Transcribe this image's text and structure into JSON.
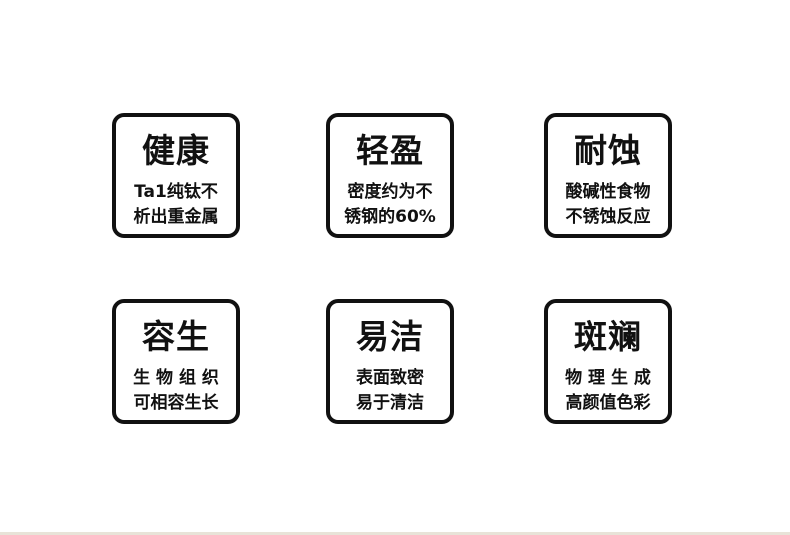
{
  "cards": [
    {
      "title": "健康",
      "line1": "Ta1纯钛不",
      "line2": "析出重金属"
    },
    {
      "title": "轻盈",
      "line1": "密度约为不",
      "line2": "锈钢的60%"
    },
    {
      "title": "耐蚀",
      "line1": "酸碱性食物",
      "line2": "不锈蚀反应"
    },
    {
      "title": "容生",
      "line1": "生 物 组 织",
      "line2": "可相容生长"
    },
    {
      "title": "易洁",
      "line1": "表面致密",
      "line2": "易于清洁"
    },
    {
      "title": "斑斓",
      "line1": "物 理 生 成",
      "line2": "高颜值色彩"
    }
  ]
}
